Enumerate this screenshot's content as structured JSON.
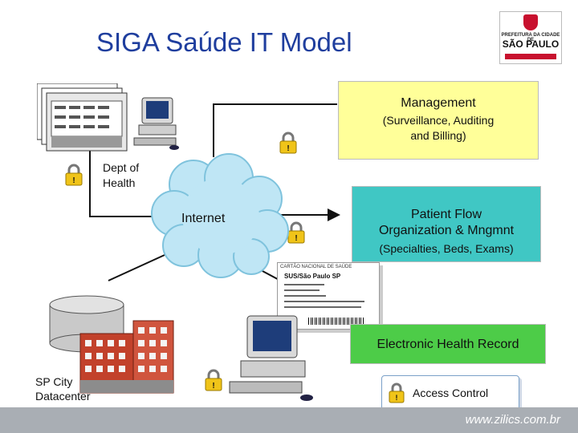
{
  "title": "SIGA Saúde IT Model",
  "logo": {
    "line1": "PREFEITURA DA CIDADE DE",
    "line2": "SÃO PAULO"
  },
  "management": {
    "title": "Management",
    "subtitle_line1": "(Surveillance, Auditing",
    "subtitle_line2": "and Billing)"
  },
  "dept": {
    "line1": "Dept of",
    "line2": "Health"
  },
  "internet": "Internet",
  "patient_flow": {
    "line1": "Patient Flow",
    "line2": "Organization & Mngmnt",
    "line3": "(Specialties, Beds, Exams)"
  },
  "ehr": "Electronic Health Record",
  "access_control": "Access Control",
  "datacenter": {
    "line1": "SP City",
    "line2": "Datacenter"
  },
  "card": {
    "header": "CARTÃO NACIONAL DE SAÚDE",
    "name": "SUS/São Paulo SP"
  },
  "footer": "www.zilics.com.br",
  "colors": {
    "title": "#1f3e9e",
    "management_box": "#ffff99",
    "patient_flow_box": "#40c7c4",
    "ehr_box": "#4dcc48",
    "cloud": "#bfe6f5",
    "footer": "#a9aeb4"
  },
  "icons": [
    "building-icon",
    "computer-icon",
    "lock-icon",
    "cloud-icon",
    "database-icon",
    "hospital-icon",
    "health-card-icon"
  ]
}
